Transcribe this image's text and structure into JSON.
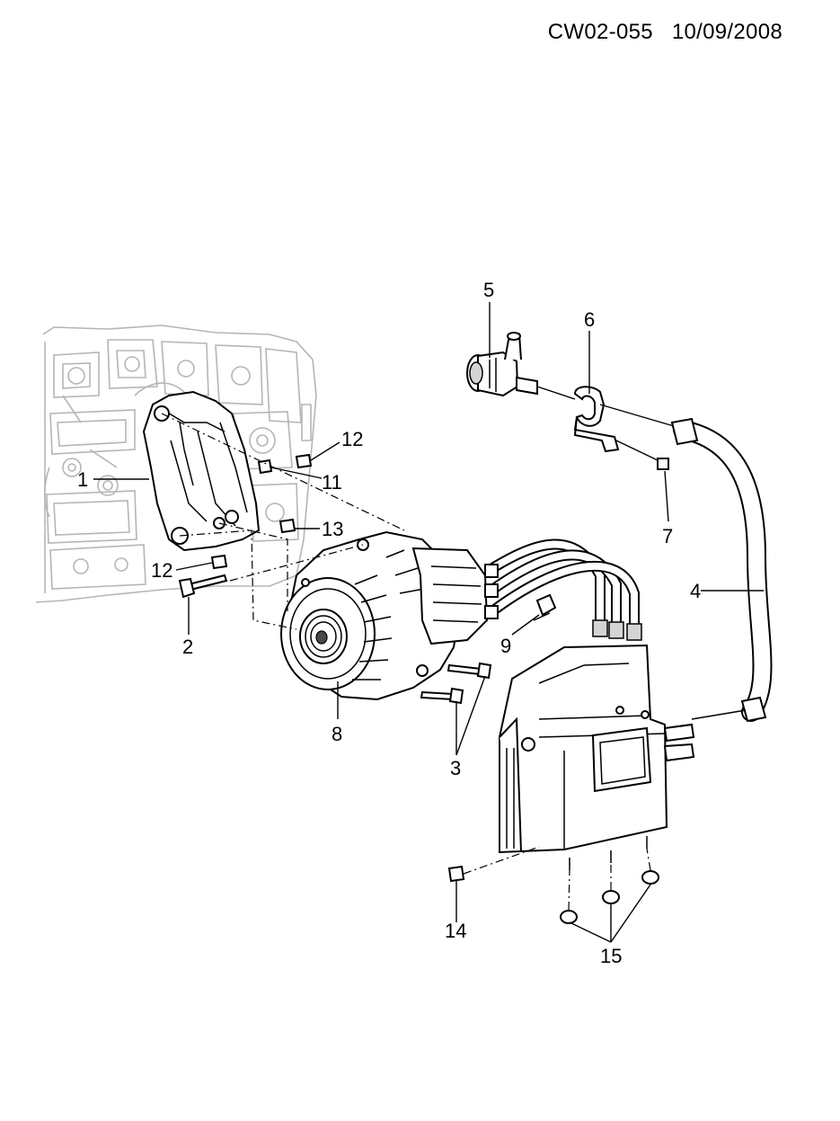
{
  "header": {
    "part_code": "CW02-055",
    "date": "10/09/2008"
  },
  "callouts": {
    "c1": "1",
    "c2": "2",
    "c3": "3",
    "c4": "4",
    "c5": "5",
    "c6": "6",
    "c7": "7",
    "c8": "8",
    "c9": "9",
    "c11": "11",
    "c12a": "12",
    "c12b": "12",
    "c13": "13",
    "c14": "14",
    "c15": "15"
  },
  "colors": {
    "line": "#000000",
    "engine_outline": "#b5b5b5",
    "background": "#ffffff"
  }
}
